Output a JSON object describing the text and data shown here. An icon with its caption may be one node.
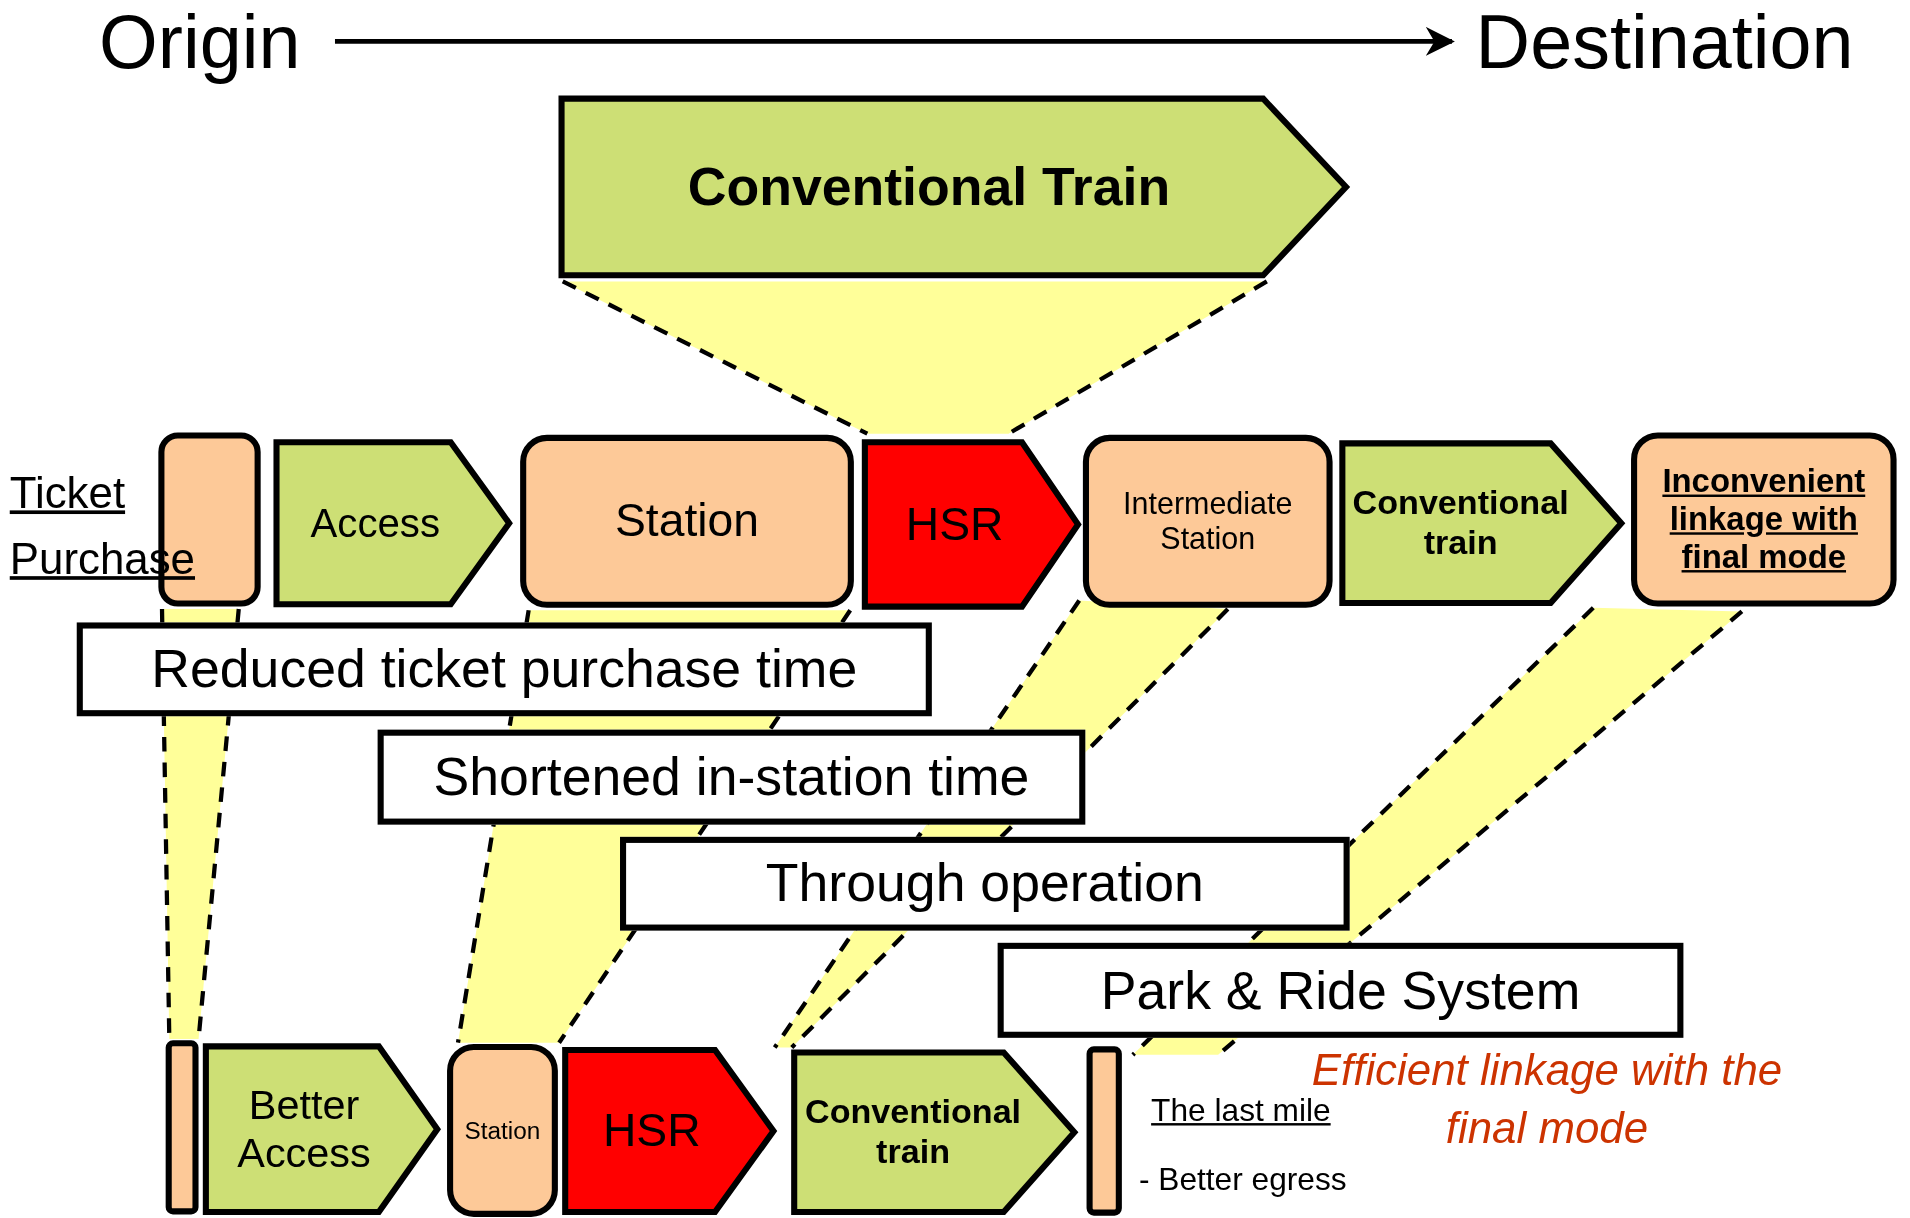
{
  "diagram": {
    "nodes": [
      {
        "text": [
          "Origin"
        ]
      },
      {
        "text": [
          "Destination"
        ]
      },
      {
        "text": [
          "Conventional Train"
        ]
      },
      {
        "text": [
          "Ticket Purchase"
        ]
      },
      {
        "text": [
          "Access"
        ]
      },
      {
        "text": [
          "Station"
        ]
      },
      {
        "text": [
          "HSR"
        ]
      },
      {
        "text": [
          "Intermediate Station"
        ]
      },
      {
        "text": [
          "Conventional train"
        ]
      },
      {
        "text": [
          "Inconvenient linkage with final mode"
        ]
      },
      {
        "text": [
          "Reduced ticket purchase time"
        ]
      },
      {
        "text": [
          "Shortened in-station time"
        ]
      },
      {
        "text": [
          "Through operation"
        ]
      },
      {
        "text": [
          "Park & Ride System"
        ]
      },
      {
        "text": [],
        "shape": "bar"
      },
      {
        "text": [
          "Better Access"
        ]
      },
      {
        "text": [
          "Station"
        ]
      },
      {
        "text": [
          "HSR"
        ]
      },
      {
        "text": [
          "Conventional train"
        ]
      },
      {
        "text": [],
        "shape": "bar"
      }
    ],
    "edges": [
      {
        "from": 0,
        "to": 1,
        "arrow": "to"
      }
    ],
    "labels": [
      "The last mile",
      "- Better egress",
      "Efficient linkage with the final mode"
    ]
  }
}
